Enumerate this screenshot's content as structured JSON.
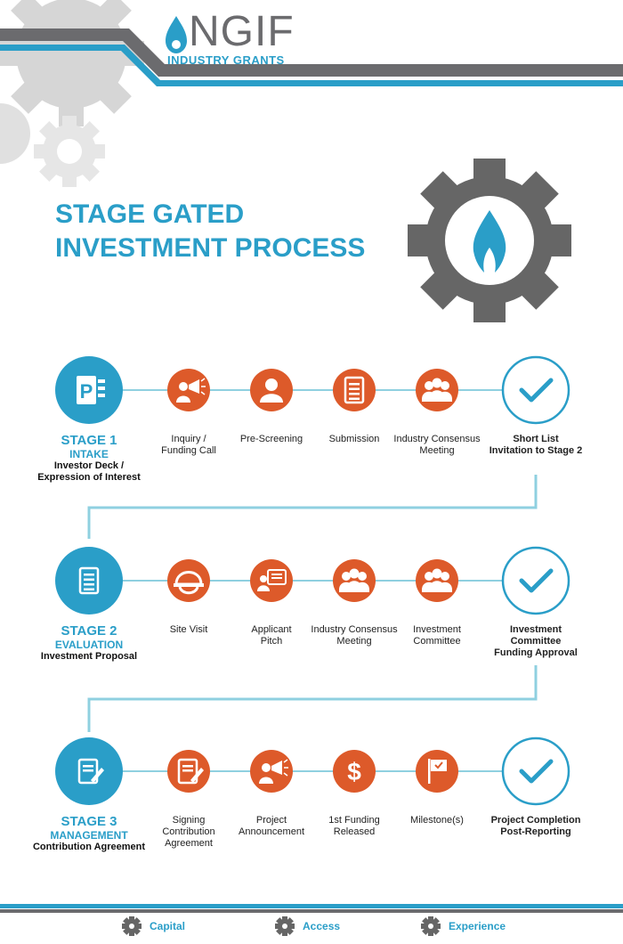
{
  "header": {
    "logo_text": "NGIF",
    "logo_subtitle": "INDUSTRY GRANTS"
  },
  "title": {
    "line1": "STAGE GATED",
    "line2": "INVESTMENT PROCESS"
  },
  "colors": {
    "blue": "#2a9ec8",
    "orange": "#dd5a2a",
    "gray": "#666666",
    "light_gray": "#d9d9d9",
    "line": "#8fd0e0"
  },
  "stages": [
    {
      "title": "STAGE 1",
      "subtitle": "INTAKE",
      "document": "Investor Deck /\nExpression of Interest",
      "icon": "powerpoint-icon",
      "steps": [
        {
          "label": "Inquiry /\nFunding Call",
          "icon": "megaphone-icon"
        },
        {
          "label": "Pre-Screening",
          "icon": "person-icon"
        },
        {
          "label": "Submission",
          "icon": "document-icon"
        },
        {
          "label": "Industry Consensus\nMeeting",
          "icon": "group-icon"
        }
      ],
      "outcome": "Short List\nInvitation to Stage 2"
    },
    {
      "title": "STAGE 2",
      "subtitle": "EVALUATION",
      "document": "Investment Proposal",
      "icon": "document-icon",
      "steps": [
        {
          "label": "Site Visit",
          "icon": "hardhat-icon"
        },
        {
          "label": "Applicant\nPitch",
          "icon": "presentation-icon"
        },
        {
          "label": "Industry Consensus\nMeeting",
          "icon": "group-icon"
        },
        {
          "label": "Investment\nCommittee",
          "icon": "group-icon"
        }
      ],
      "outcome": "Investment\nCommittee\nFunding Approval"
    },
    {
      "title": "STAGE 3",
      "subtitle": "MANAGEMENT",
      "document": "Contribution Agreement",
      "icon": "signing-icon",
      "steps": [
        {
          "label": "Signing\nContribution\nAgreement",
          "icon": "signing-icon"
        },
        {
          "label": "Project\nAnnouncement",
          "icon": "megaphone-icon"
        },
        {
          "label": "1st Funding\nReleased",
          "icon": "dollar-icon"
        },
        {
          "label": "Milestone(s)",
          "icon": "flag-icon"
        }
      ],
      "outcome": "Project Completion\nPost-Reporting"
    }
  ],
  "footer": {
    "items": [
      "Capital",
      "Access",
      "Experience"
    ]
  }
}
